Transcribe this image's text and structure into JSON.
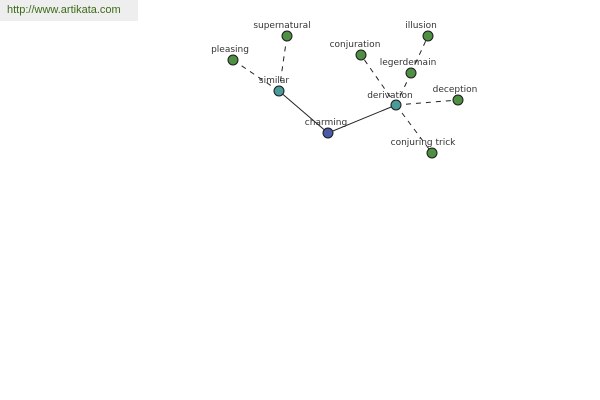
{
  "source_link": "http://www.artikata.com",
  "colors": {
    "root": "#4a5aa6",
    "hub": "#4a9a9a",
    "leaf": "#4f8f43",
    "edge": "#222222",
    "link_text": "#3d6b17"
  },
  "graph": {
    "nodes": [
      {
        "id": "charming",
        "label": "charming",
        "kind": "root"
      },
      {
        "id": "similar",
        "label": "similar",
        "kind": "hub"
      },
      {
        "id": "derivation",
        "label": "derivation",
        "kind": "hub"
      },
      {
        "id": "supernatural",
        "label": "supernatural",
        "kind": "leaf"
      },
      {
        "id": "pleasing",
        "label": "pleasing",
        "kind": "leaf"
      },
      {
        "id": "conjuration",
        "label": "conjuration",
        "kind": "leaf"
      },
      {
        "id": "illusion",
        "label": "illusion",
        "kind": "leaf"
      },
      {
        "id": "legerdemain",
        "label": "legerdemain",
        "kind": "leaf"
      },
      {
        "id": "deception",
        "label": "deception",
        "kind": "leaf"
      },
      {
        "id": "conjuring-trick",
        "label": "conjuring trick",
        "kind": "leaf"
      }
    ],
    "edges": [
      {
        "from": "charming",
        "to": "similar",
        "style": "solid"
      },
      {
        "from": "charming",
        "to": "derivation",
        "style": "solid"
      },
      {
        "from": "similar",
        "to": "supernatural",
        "style": "dashed"
      },
      {
        "from": "similar",
        "to": "pleasing",
        "style": "dashed"
      },
      {
        "from": "derivation",
        "to": "conjuration",
        "style": "dashed"
      },
      {
        "from": "derivation",
        "to": "legerdemain",
        "style": "dashed"
      },
      {
        "from": "legerdemain",
        "to": "illusion",
        "style": "dashed"
      },
      {
        "from": "derivation",
        "to": "deception",
        "style": "dashed"
      },
      {
        "from": "derivation",
        "to": "conjuring-trick",
        "style": "dashed"
      }
    ]
  }
}
